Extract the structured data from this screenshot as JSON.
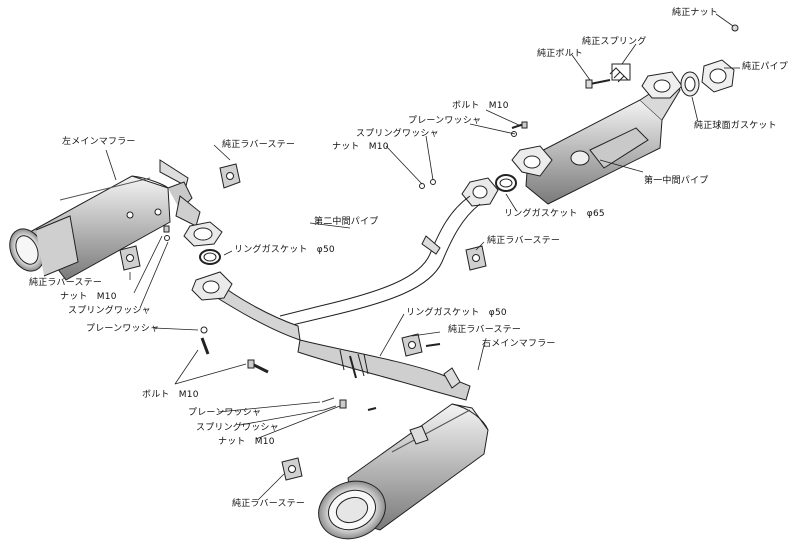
{
  "labels": {
    "genuine_nut_top": "純正ナット",
    "genuine_spring": "純正スプリング",
    "genuine_bolt": "純正ボルト",
    "genuine_pipe": "純正パイプ",
    "genuine_ball_gasket": "純正球面ガスケット",
    "bolt_m10_upper": "ボルト　M10",
    "plain_washer_upper": "プレーンワッシャ",
    "spring_washer_upper": "スプリングワッシャ",
    "nut_m10_upper": "ナット　M10",
    "first_mid_pipe": "第一中間パイプ",
    "ring_gasket_65": "リングガスケット　φ65",
    "left_main_muffler": "左メインマフラー",
    "rubber_stay_upper_left": "純正ラバーステー",
    "second_mid_pipe": "第二中間パイプ",
    "ring_gasket_50_left": "リングガスケット　φ50",
    "rubber_stay_center": "純正ラバーステー",
    "rubber_stay_left": "純正ラバーステー",
    "nut_m10_left": "ナット　M10",
    "spring_washer_left": "スプリングワッシャ",
    "plain_washer_left": "プレーンワッシャ",
    "ring_gasket_50_right": "リングガスケット　φ50",
    "rubber_stay_right": "純正ラバーステー",
    "right_main_muffler": "右メインマフラー",
    "bolt_m10_lower": "ボルト　M10",
    "plain_washer_lower": "プレーンワッシャ",
    "spring_washer_lower": "スプリングワッシャ",
    "nut_m10_lower": "ナット　M10",
    "rubber_stay_bottom": "純正ラバーステー"
  }
}
